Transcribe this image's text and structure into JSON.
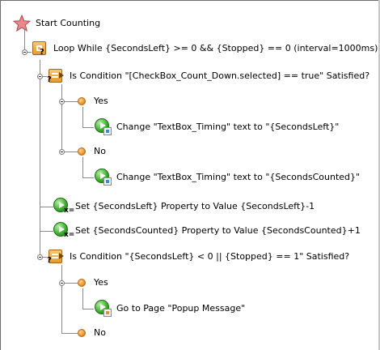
{
  "tree": {
    "root": {
      "label": "Start Counting",
      "icon": "star-icon"
    },
    "loop": {
      "label": "Loop While {SecondsLeft} >= 0 && {Stopped} == 0 (interval=1000ms)",
      "icon": "loop-icon"
    },
    "condition1": {
      "label": "Is Condition \"[CheckBox_Count_Down.selected] == true\" Satisfied?",
      "icon": "condition-icon"
    },
    "yes1": {
      "label": "Yes",
      "icon": "orange-dot-icon"
    },
    "change1": {
      "label": "Change \"TextBox_Timing\" text to \"{SecondsLeft}\"",
      "icon": "change-text-icon"
    },
    "no1": {
      "label": "No",
      "icon": "orange-dot-icon"
    },
    "change2": {
      "label": "Change \"TextBox_Timing\" text to \"{SecondsCounted}\"",
      "icon": "change-text-icon"
    },
    "set1": {
      "label": "Set {SecondsLeft} Property to Value {SecondsLeft}-1",
      "icon": "set-property-icon"
    },
    "set2": {
      "label": "Set {SecondsCounted} Property to Value {SecondsCounted}+1",
      "icon": "set-property-icon"
    },
    "condition2": {
      "label": "Is Condition \"{SecondsLeft} < 0 || {Stopped} == 1\" Satisfied?",
      "icon": "condition-icon"
    },
    "yes2": {
      "label": "Yes",
      "icon": "orange-dot-icon"
    },
    "goto": {
      "label": "Go to Page \"Popup Message\"",
      "icon": "go-to-page-icon"
    },
    "no2": {
      "label": "No",
      "icon": "orange-dot-icon"
    }
  },
  "colors": {
    "tree_line": "#8a8a8a",
    "action_green": "#39a82a",
    "condition_orange": "#e49a2c",
    "star_fill": "#e8898c"
  }
}
